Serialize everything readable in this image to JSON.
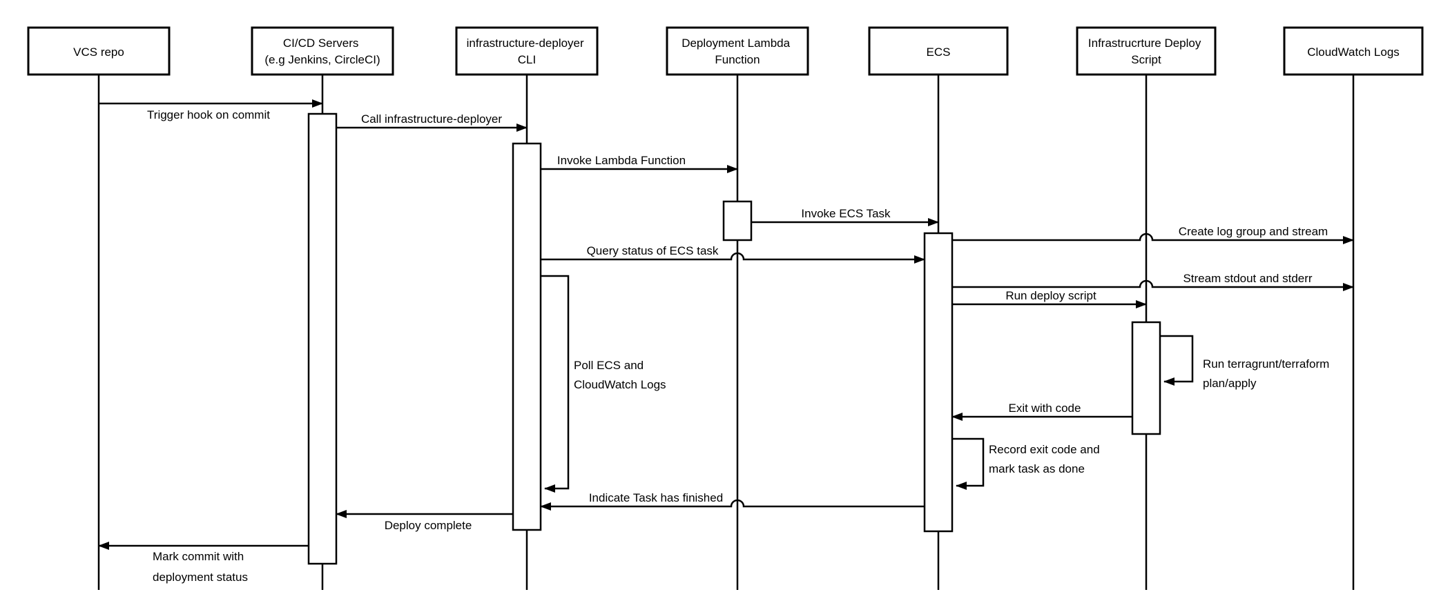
{
  "diagram": {
    "title": "infrastructure-deployer CI/CD sequence diagram",
    "colors": {
      "background": "#ffffff",
      "line": "#000000",
      "text": "#000000",
      "box_fill": "#ffffff"
    },
    "participants": [
      {
        "id": "vcs-repo",
        "label": [
          "VCS repo",
          ""
        ]
      },
      {
        "id": "cicd-servers",
        "label": [
          "CI/CD Servers",
          "(e.g Jenkins, CircleCI)"
        ]
      },
      {
        "id": "infra-deployer-cli",
        "label": [
          "infrastructure-deployer",
          "CLI"
        ]
      },
      {
        "id": "deployment-lambda",
        "label": [
          "Deployment Lambda",
          "Function"
        ]
      },
      {
        "id": "ecs",
        "label": [
          "ECS",
          ""
        ]
      },
      {
        "id": "infra-deploy-script",
        "label": [
          "Infrastrucrture Deploy",
          "Script"
        ]
      },
      {
        "id": "cloudwatch-logs",
        "label": [
          "CloudWatch Logs",
          ""
        ]
      }
    ],
    "messages": [
      {
        "id": "trigger-hook",
        "from": "vcs-repo",
        "to": "cicd-servers",
        "label": [
          "Trigger hook on commit",
          ""
        ]
      },
      {
        "id": "call-infra-deployer",
        "from": "cicd-servers",
        "to": "infra-deployer-cli",
        "label": [
          "Call infrastructure-deployer",
          ""
        ]
      },
      {
        "id": "invoke-lambda",
        "from": "infra-deployer-cli",
        "to": "deployment-lambda",
        "label": [
          "Invoke Lambda Function",
          ""
        ]
      },
      {
        "id": "invoke-ecs-task",
        "from": "deployment-lambda",
        "to": "ecs",
        "label": [
          "Invoke ECS Task",
          ""
        ]
      },
      {
        "id": "create-log-group",
        "from": "ecs",
        "to": "cloudwatch-logs",
        "label": [
          "Create log group and stream",
          ""
        ]
      },
      {
        "id": "query-status",
        "from": "infra-deployer-cli",
        "to": "ecs",
        "label": [
          "Query status of ECS task",
          ""
        ]
      },
      {
        "id": "stream-stdout",
        "from": "ecs",
        "to": "cloudwatch-logs",
        "label": [
          "Stream stdout and stderr",
          ""
        ]
      },
      {
        "id": "run-deploy-script",
        "from": "ecs",
        "to": "infra-deploy-script",
        "label": [
          "Run deploy script",
          ""
        ]
      },
      {
        "id": "run-terragrunt",
        "from": "infra-deploy-script",
        "to": "infra-deploy-script",
        "label": [
          "Run terragrunt/terraform",
          "plan/apply"
        ]
      },
      {
        "id": "poll-ecs",
        "from": "infra-deployer-cli",
        "to": "infra-deployer-cli",
        "label": [
          "Poll ECS and",
          "CloudWatch Logs"
        ]
      },
      {
        "id": "exit-with-code",
        "from": "infra-deploy-script",
        "to": "ecs",
        "label": [
          "Exit with code",
          ""
        ]
      },
      {
        "id": "record-exit-code",
        "from": "ecs",
        "to": "ecs",
        "label": [
          "Record exit code and",
          "mark task as done"
        ]
      },
      {
        "id": "indicate-finished",
        "from": "ecs",
        "to": "infra-deployer-cli",
        "label": [
          "Indicate Task has finished",
          ""
        ]
      },
      {
        "id": "deploy-complete",
        "from": "infra-deployer-cli",
        "to": "cicd-servers",
        "label": [
          "Deploy complete",
          ""
        ]
      },
      {
        "id": "mark-commit",
        "from": "cicd-servers",
        "to": "vcs-repo",
        "label": [
          "Mark commit with",
          "deployment status"
        ]
      }
    ]
  }
}
